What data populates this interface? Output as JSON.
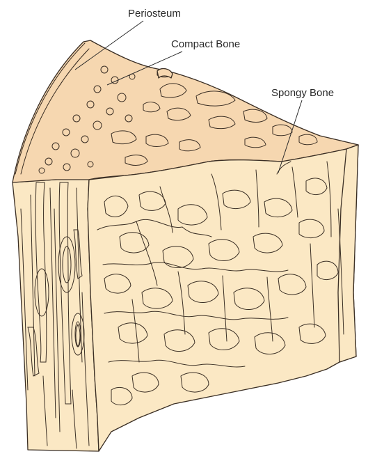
{
  "labels": {
    "periosteum": "Periosteum",
    "compact_bone": "Compact Bone",
    "spongy_bone": "Spongy Bone"
  },
  "colors": {
    "bone_base": "#fbe9c4",
    "compact_top": "#f6d7b0",
    "cavity": "#f7c86a",
    "outline": "#3a2e24"
  }
}
